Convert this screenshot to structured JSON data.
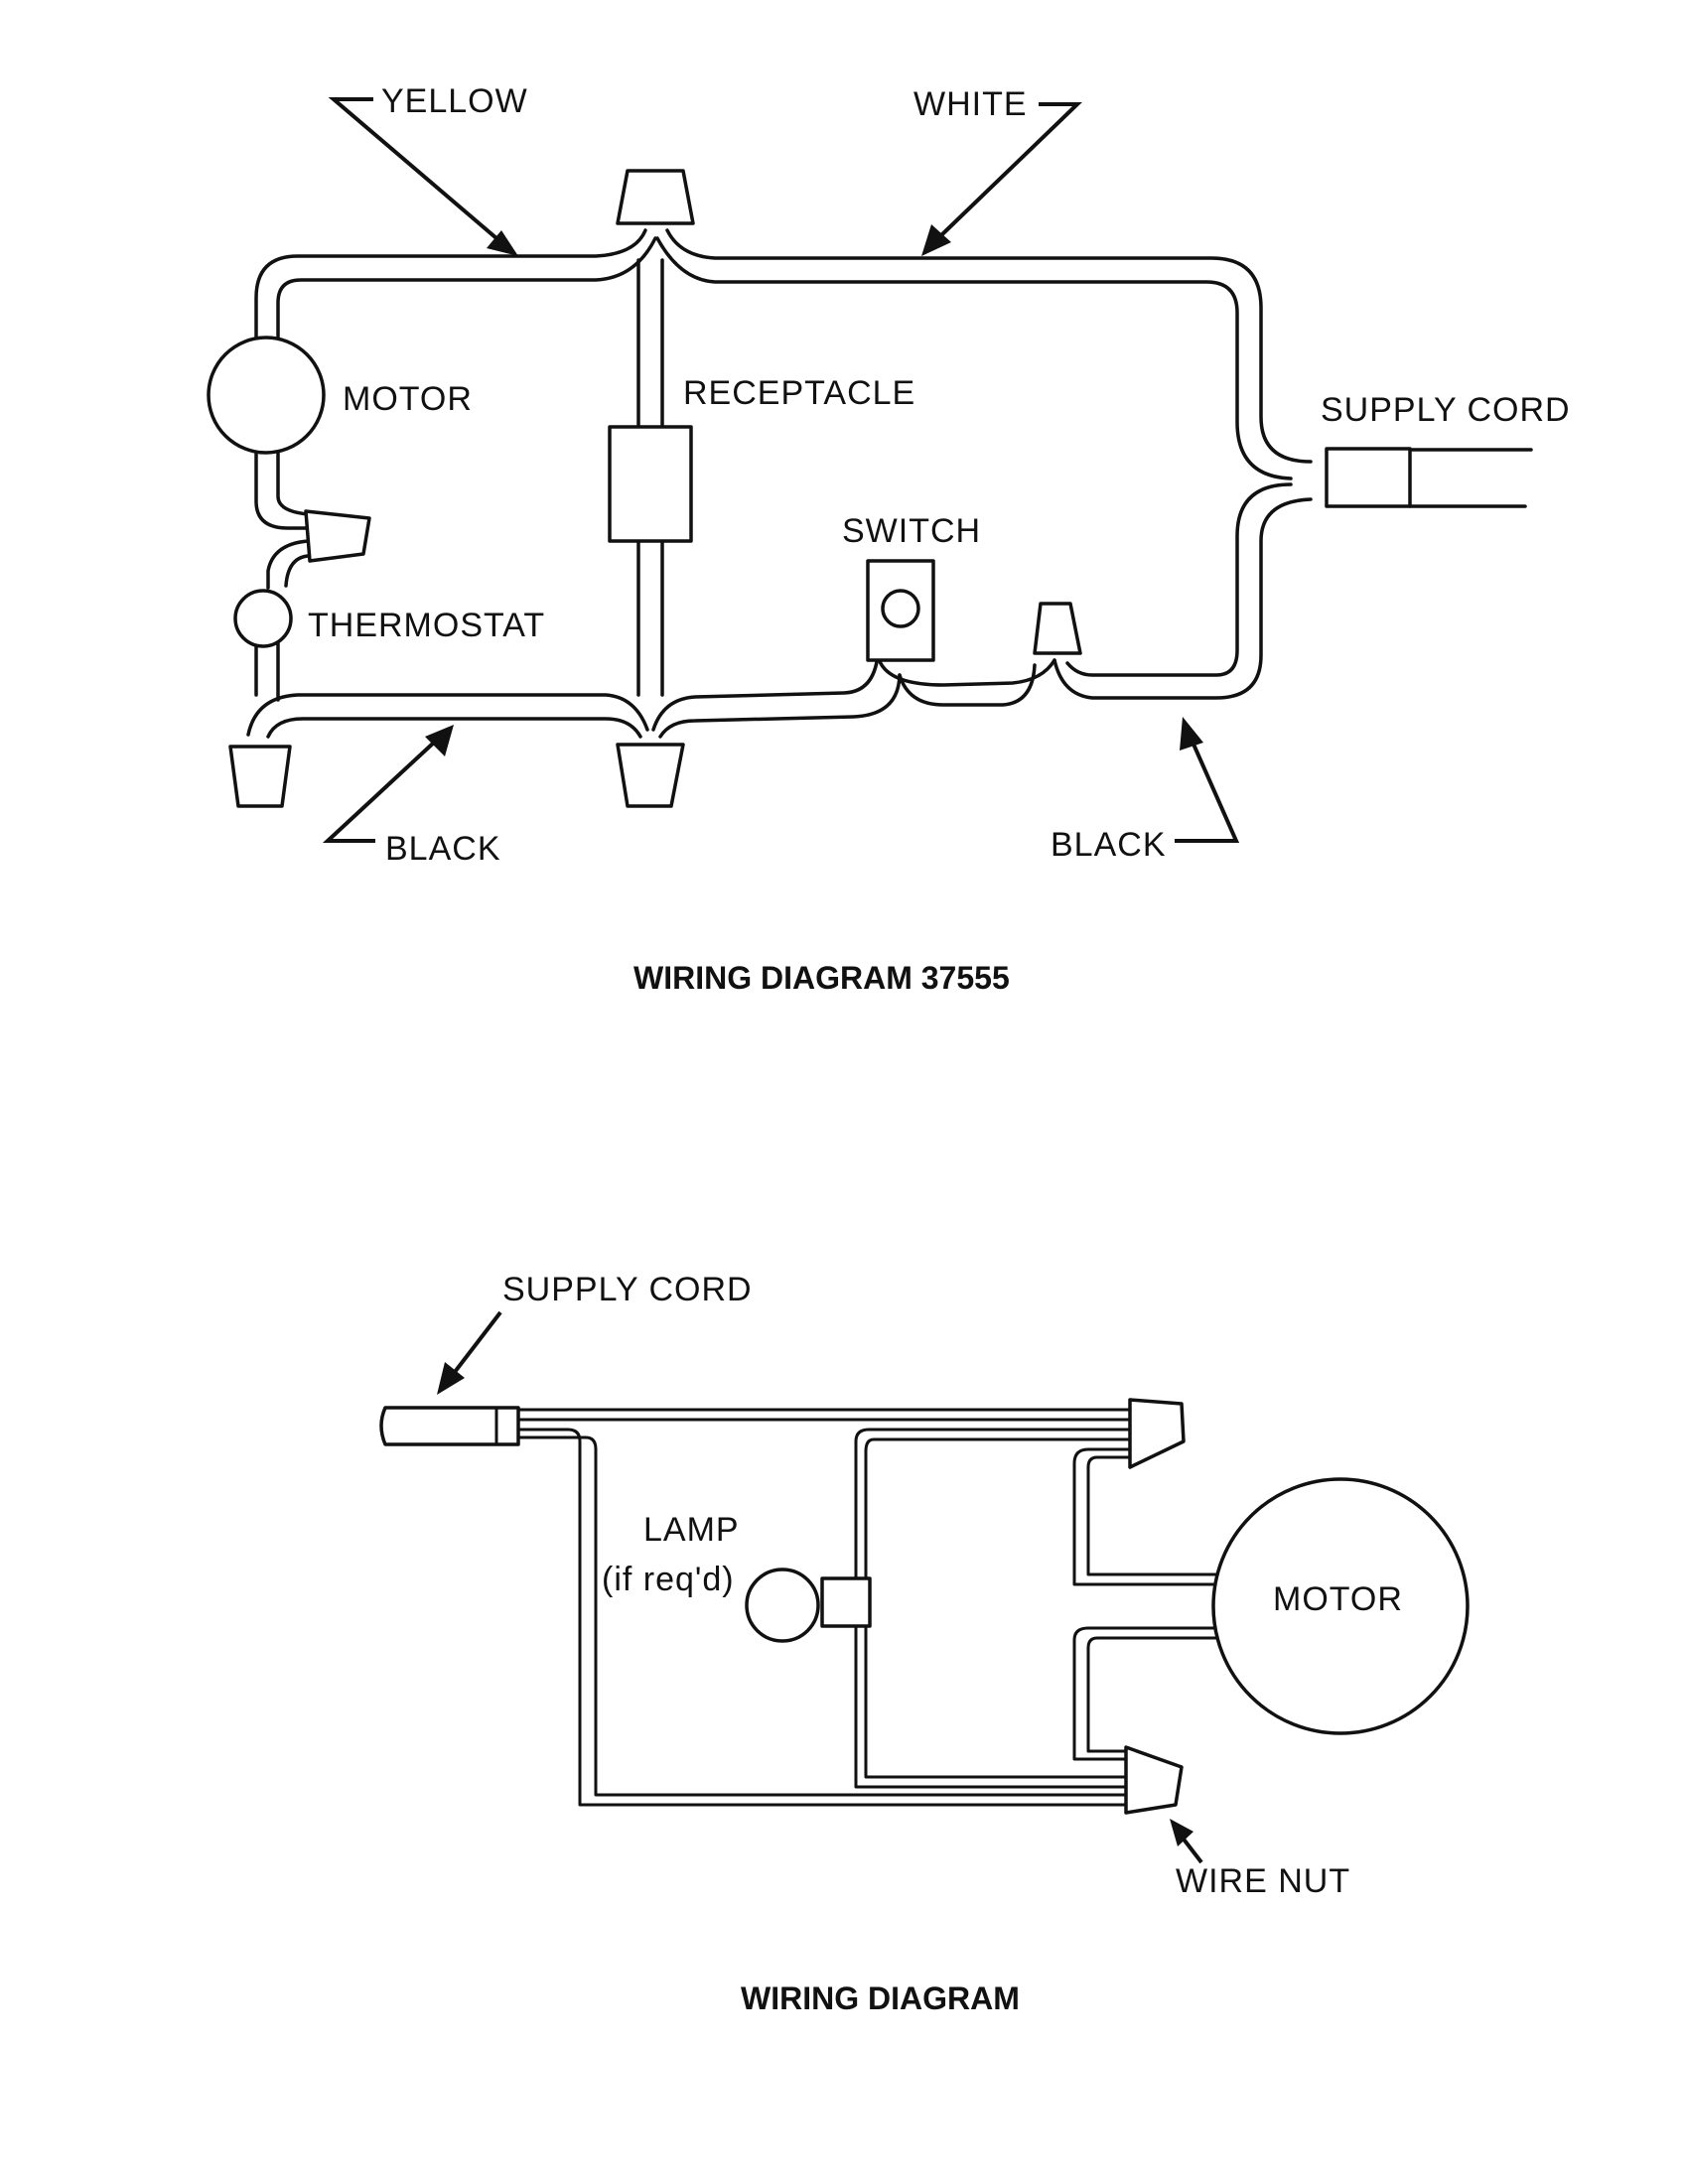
{
  "diagram_top": {
    "caption": "WIRING DIAGRAM 37555",
    "labels": {
      "yellow": "YELLOW",
      "white": "WHITE",
      "motor": "MOTOR",
      "receptacle": "RECEPTACLE",
      "supply_cord": "SUPPLY CORD",
      "switch": "SWITCH",
      "thermostat": "THERMOSTAT",
      "black_left": "BLACK",
      "black_right": "BLACK"
    }
  },
  "diagram_bottom": {
    "caption": "WIRING DIAGRAM",
    "labels": {
      "supply_cord": "SUPPLY CORD",
      "lamp": "LAMP",
      "lamp_note": "(if req'd)",
      "motor": "MOTOR",
      "wire_nut": "WIRE NUT"
    }
  }
}
